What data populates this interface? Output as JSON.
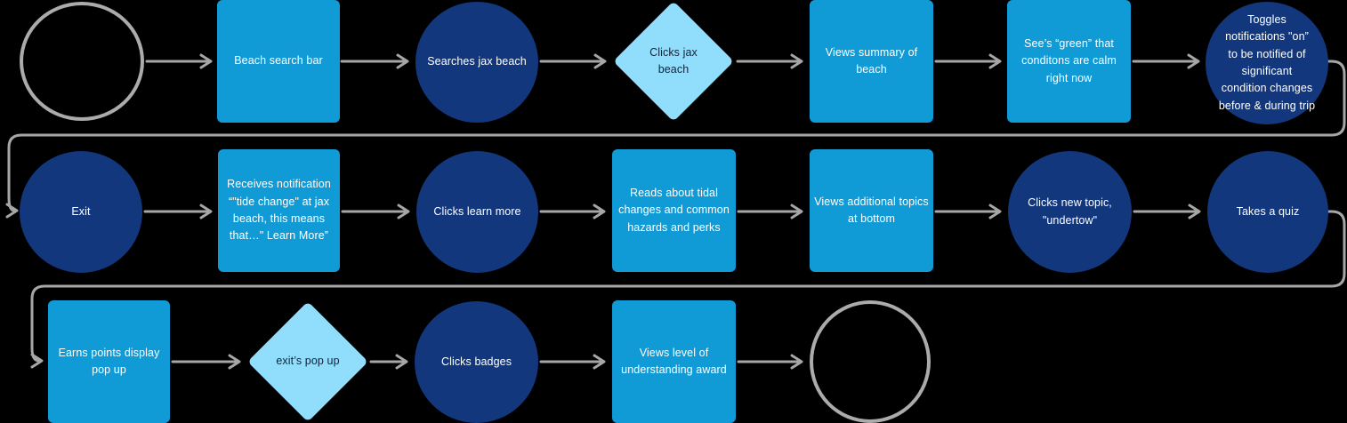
{
  "diagram": {
    "title": "beach-app-user-flow",
    "background": "#000000",
    "colors": {
      "circle_fill": "#12377D",
      "square_fill": "#109BD7",
      "diamond_fill": "#90DEFB",
      "connector": "#A6A6A6",
      "outline_circle_stroke": "#ABABAB",
      "text_on_dark": "#FFFFFF",
      "text_on_light": "#14233C"
    },
    "nodes": [
      {
        "id": "start",
        "shape": "outline-circle",
        "label": ""
      },
      {
        "id": "beach-search-bar",
        "shape": "square",
        "label": "Beach search bar"
      },
      {
        "id": "searches-jax-beach",
        "shape": "circle",
        "label": "Searches jax beach"
      },
      {
        "id": "clicks-jax-beach",
        "shape": "diamond",
        "label": "Clicks jax\nbeach"
      },
      {
        "id": "views-summary-of-beach",
        "shape": "square",
        "label": "Views summary of\nbeach"
      },
      {
        "id": "sees-green-conditions",
        "shape": "square",
        "label": "See’s “green” that\nconditons are calm\nright now"
      },
      {
        "id": "toggles-notifications",
        "shape": "circle",
        "label": "Toggles\nnotifications \"on”\nto be notified of\nsignificant\ncondition changes\nbefore & during trip"
      },
      {
        "id": "exit",
        "shape": "circle",
        "label": "Exit"
      },
      {
        "id": "receives-notification",
        "shape": "square",
        "label": "Receives notification\n“\"tide change\" at jax\nbeach, this means\nthat…\" Learn More”"
      },
      {
        "id": "clicks-learn-more",
        "shape": "circle",
        "label": "Clicks learn more"
      },
      {
        "id": "reads-about-tidal-changes",
        "shape": "square",
        "label": "Reads about tidal\nchanges and common\nhazards and perks"
      },
      {
        "id": "views-additional-topics",
        "shape": "square",
        "label": "Views additional topics\nat bottom"
      },
      {
        "id": "clicks-new-topic-undertow",
        "shape": "circle",
        "label": "Clicks new topic,\n\"undertow\""
      },
      {
        "id": "takes-a-quiz",
        "shape": "circle",
        "label": "Takes a quiz"
      },
      {
        "id": "earns-points-popup",
        "shape": "square",
        "label": "Earns points display\npop up"
      },
      {
        "id": "exits-pop-up",
        "shape": "diamond",
        "label": "exit’s pop up"
      },
      {
        "id": "clicks-badges",
        "shape": "circle",
        "label": "Clicks badges"
      },
      {
        "id": "views-award",
        "shape": "square",
        "label": "Views level of\nunderstanding award"
      },
      {
        "id": "end",
        "shape": "outline-circle",
        "label": ""
      }
    ],
    "flow_order": [
      "start",
      "beach-search-bar",
      "searches-jax-beach",
      "clicks-jax-beach",
      "views-summary-of-beach",
      "sees-green-conditions",
      "toggles-notifications",
      "exit",
      "receives-notification",
      "clicks-learn-more",
      "reads-about-tidal-changes",
      "views-additional-topics",
      "clicks-new-topic-undertow",
      "takes-a-quiz",
      "earns-points-popup",
      "exits-pop-up",
      "clicks-badges",
      "views-award",
      "end"
    ]
  }
}
